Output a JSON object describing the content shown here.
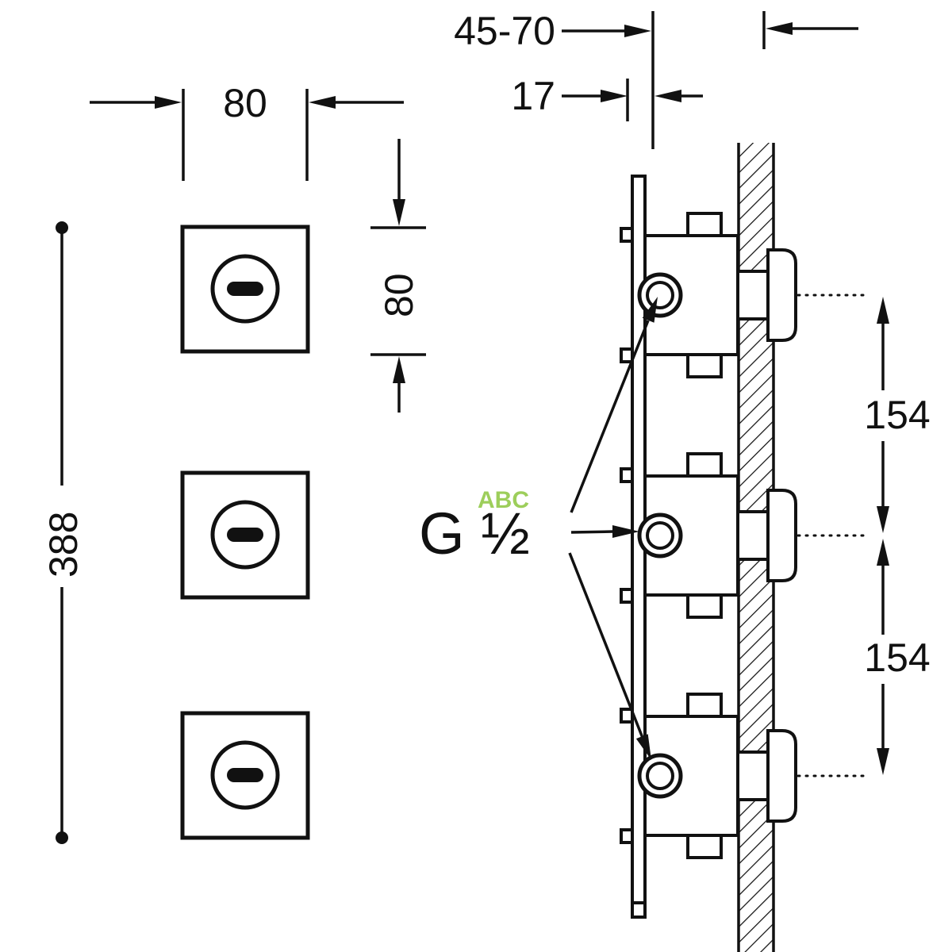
{
  "drawing": {
    "front_view": {
      "width_dim": "80",
      "plate_height_dim": "80",
      "overall_height_dim": "388"
    },
    "side_view": {
      "installation_depth_dim": "45-70",
      "trim_thickness_dim": "17",
      "connection_thread": "G ½",
      "outlet_spacing_upper": "154",
      "outlet_spacing_lower": "154"
    },
    "watermark": {
      "text": "ABC",
      "color": "#8dc63f"
    }
  }
}
